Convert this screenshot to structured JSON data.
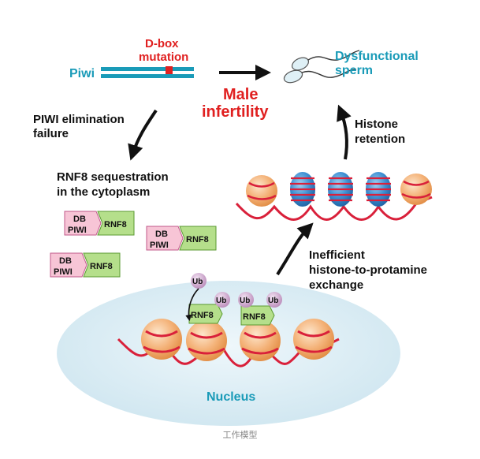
{
  "colors": {
    "teal": "#1a9bb8",
    "red": "#e02020",
    "black": "#111111",
    "pink_box": "#f7c5d6",
    "green_box": "#b5df8b",
    "nucleus": "#d6ebf3",
    "histone_orange": "#f0a060",
    "histone_blue": "#2e7fc6",
    "dna": "#d9203a",
    "ub": "#c9a0c9"
  },
  "labels": {
    "piwi": "Piwi",
    "dbox_line1": "D-box",
    "dbox_line2": "mutation",
    "dysfunctional_line1": "Dysfunctional",
    "dysfunctional_line2": "sperm",
    "male_line1": "Male",
    "male_line2": "infertility",
    "piwi_elim_line1": "PIWI elimination",
    "piwi_elim_line2": "failure",
    "histone_ret_line1": "Histone",
    "histone_ret_line2": "retention",
    "rnf8_seq_line1": "RNF8 sequestration",
    "rnf8_seq_line2": "in the cytoplasm",
    "inefficient_line1": "Inefficient",
    "inefficient_line2": "histone-to-protamine",
    "inefficient_line3": "exchange",
    "nucleus": "Nucleus",
    "db": "DB",
    "piwi_caps": "PIWI",
    "rnf8": "RNF8",
    "ub": "Ub"
  },
  "caption": "工作模型"
}
